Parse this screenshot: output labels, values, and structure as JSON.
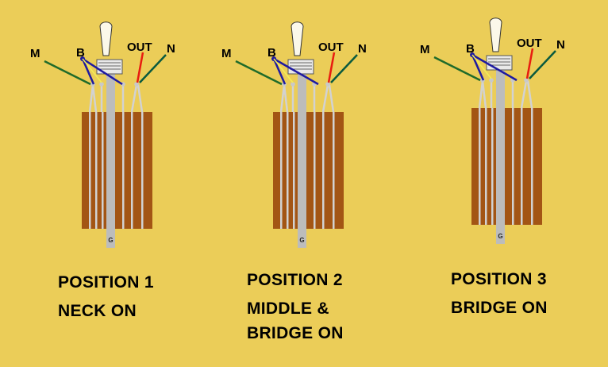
{
  "colors": {
    "background": "#ebcd58",
    "switch_body": "#a35514",
    "switch_stripe": "#d2d2d2",
    "shaft": "#bcbcbc",
    "lever": "#fbf8ea",
    "wire_middle": "#1f6b2a",
    "wire_bridge": "#1e1aa0",
    "wire_out": "#e81c10",
    "wire_neck": "#0a5a3e",
    "wire_yellow": "#f2ee56"
  },
  "panels": [
    {
      "labels": {
        "m": "M",
        "b": "B",
        "out": "OUT",
        "n": "N",
        "g": "G"
      },
      "title": "POSITION 1",
      "desc_lines": [
        "NECK ON"
      ]
    },
    {
      "labels": {
        "m": "M",
        "b": "B",
        "out": "OUT",
        "n": "N",
        "g": "G"
      },
      "title": "POSITION 2",
      "desc_lines": [
        "MIDDLE &",
        "BRIDGE ON"
      ]
    },
    {
      "labels": {
        "m": "M",
        "b": "B",
        "out": "OUT",
        "n": "N",
        "g": "G"
      },
      "title": "POSITION 3",
      "desc_lines": [
        "BRIDGE ON"
      ]
    }
  ]
}
